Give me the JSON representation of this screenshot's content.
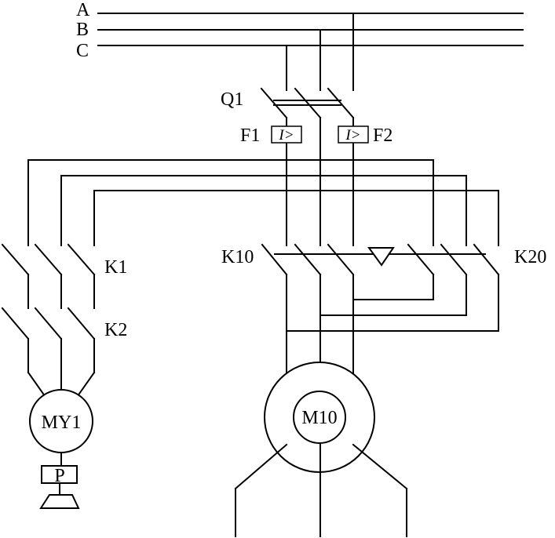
{
  "phases": [
    "A",
    "B",
    "C"
  ],
  "labels": {
    "q1": "Q1",
    "f1": "F1",
    "f2": "F2",
    "k10": "K10",
    "k20": "K20",
    "k1": "K1",
    "k2": "K2",
    "my1": "MY1",
    "m10": "M10",
    "p": "P"
  },
  "relay_symbol": "I>"
}
